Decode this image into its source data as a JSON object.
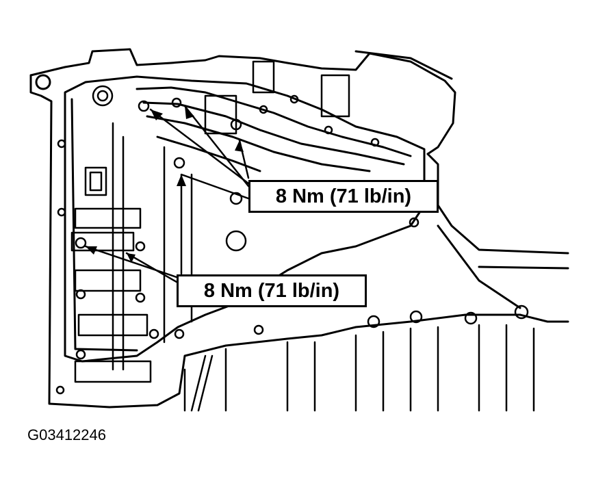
{
  "callouts": {
    "upper_torque": "8 Nm (71 lb/in)",
    "lower_torque": "8 Nm (71 lb/in)"
  },
  "figure_id": "G03412246",
  "colors": {
    "line": "#000000",
    "background": "#ffffff"
  }
}
